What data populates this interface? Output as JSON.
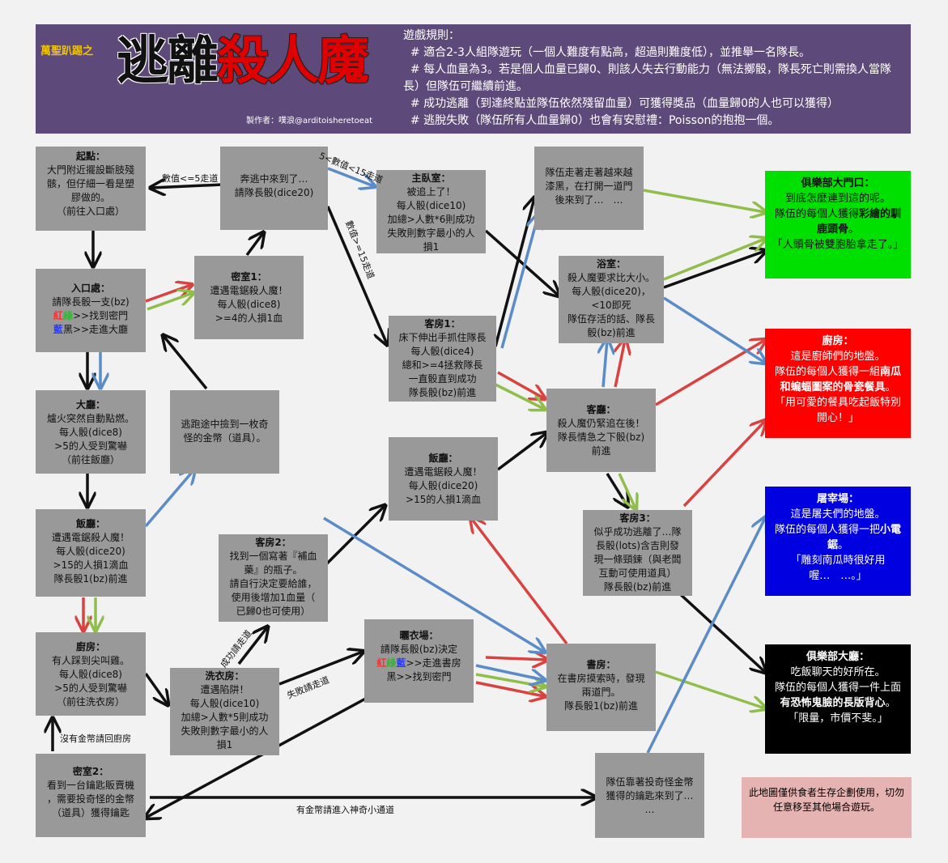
{
  "header": {
    "subtitle": "萬聖趴踢之",
    "title_black": "逃離",
    "title_red": "殺人魔",
    "author": "製作者：噗浪@arditoisheretoeat",
    "rules": [
      "遊戲規則：",
      "  # 適合2-3人組隊遊玩（一個人難度有點高，超過則難度低），並推舉一名隊長。",
      "  # 每人血量為3。若是個人血量已歸0、則該人失去行動能力（無法擲骰，隊長死亡則需換人當隊長）但隊伍可繼續前進。",
      "  # 成功逃離（到達終點並隊伍依然殘留血量）可獲得獎品（血量歸0的人也可以獲得）",
      "  # 逃脫失敗（隊伍所有人血量歸0）也會有安慰禮：Poisson的抱抱一個。"
    ]
  },
  "nodes": {
    "start": {
      "title": "起點：",
      "lines": [
        "大門附近擺設斷肢殘",
        "骸，但仔細一看是塑",
        "膠做的。",
        "（前往入口處）"
      ]
    },
    "entrance": {
      "title": "入口處：",
      "lines": [
        "請隊長骰一支(bz)"
      ],
      "red": "紅",
      "green": "綠",
      "tail1": ">>找到密門",
      "blue": "藍",
      "tail2": "黑>>走進大廳"
    },
    "secret1": {
      "title": "密室1：",
      "lines": [
        "遭遇電鋸殺人魔！",
        "每人骰(dice8)",
        ">=4的人損1血"
      ]
    },
    "flee": {
      "lines": [
        "奔逃中來到了…",
        "請隊長骰(dice20)"
      ]
    },
    "hall": {
      "title": "大廳：",
      "lines": [
        "爐火突然自動點燃。",
        "每人骰(dice8)",
        ">5的人受到驚嚇",
        "（前往飯廳）"
      ]
    },
    "coin": {
      "lines": [
        "逃跑途中撿到一枚奇",
        "怪的金幣（道具）。"
      ]
    },
    "dining1": {
      "title": "飯廳：",
      "lines": [
        "遭遇電鋸殺人魔！",
        "每人骰(dice20)",
        ">15的人損1滴血",
        "隊長骰1(bz)前進"
      ]
    },
    "kitchen1": {
      "title": "廚房：",
      "lines": [
        "有人踩到尖叫雞。",
        "每人骰(dice8)",
        ">5的人受到驚嚇",
        "（前往洗衣房）"
      ]
    },
    "secret2": {
      "title": "密室2：",
      "lines": [
        "看到一台鑰匙販賣機",
        "，需要投奇怪的金幣",
        "（道具）獲得鑰匙"
      ]
    },
    "laundry": {
      "title": "洗衣房：",
      "lines": [
        "遭遇陷阱！",
        "每人骰(dice10)",
        "加總>人數*5則成功",
        "失敗則數字最小的人",
        "損1"
      ]
    },
    "guest2": {
      "title": "客房2：",
      "lines": [
        "找到一個寫著『補血",
        "藥』的瓶子。",
        "請自行決定要給誰，",
        "使用後增加1血量（",
        "已歸0也可使用）"
      ]
    },
    "dining2": {
      "title": "飯廳：",
      "lines": [
        "遭遇電鋸殺人魔！",
        "每人骰(dice20)",
        ">15的人損1滴血"
      ]
    },
    "drying": {
      "title": "曬衣場：",
      "lines": [
        "請隊長骰(bz)決定"
      ],
      "red": "紅",
      "green": "綠",
      "blue": "藍",
      "tail1": ">>走進書房",
      "tail2": "黑>>找到密門"
    },
    "master": {
      "title": "主臥室：",
      "lines": [
        "被追上了！",
        "每人骰(dice10)",
        "加總>人數*6則成功",
        "失敗則數字最小的人",
        "損1"
      ]
    },
    "guest1": {
      "title": "客房1：",
      "lines": [
        "床下伸出手抓住隊長",
        "每人骰(dice4)",
        "總和>=4拯救隊長",
        "一直骰直到成功",
        "隊長骰(bz)前進"
      ]
    },
    "darker": {
      "lines": [
        "隊伍走著走著越來越",
        "漆黑，在打開一道門",
        "後來到了…　…"
      ]
    },
    "bath": {
      "title": "浴室：",
      "lines": [
        "殺人魔要求比大小。",
        "每人骰(dice20)，",
        "<10即死",
        "隊伍存活的話、隊長",
        "骰(bz)前進"
      ]
    },
    "living": {
      "title": "客廳：",
      "lines": [
        "殺人魔仍緊追在後！",
        "隊長情急之下骰(bz)",
        "前進"
      ]
    },
    "guest3": {
      "title": "客房3：",
      "lines": [
        "似乎成功逃離了…隊",
        "長骰(lots)含吉則發",
        "現一條頸鍊（與老闆",
        "互動可使用道具）",
        "隊長骰(bz)前進"
      ]
    },
    "study": {
      "title": "書房：",
      "lines": [
        "在書房摸索時，發現",
        "兩道門。",
        "隊長骰1(bz)前進"
      ]
    },
    "key": {
      "lines": [
        "隊伍靠著投奇怪金幣",
        "獲得的鑰匙來到了…",
        "…"
      ]
    }
  },
  "destinations": {
    "gate": {
      "title": "俱樂部大門口：",
      "l1": "到底怎麼連到這的呢。",
      "l2": "隊伍的每個人獲得",
      "bold": "彩繪的馴鹿頭骨",
      "l3": "。",
      "quote": "「人頭骨被雙胞胎拿走了。」"
    },
    "kitchen": {
      "title": "廚房：",
      "l1": "這是廚師們的地盤。",
      "l2": "隊伍的每個人獲得一組",
      "bold": "南瓜和蝙蝠圖案的骨瓷餐具",
      "l3": "。",
      "quote": "「用可愛的餐具吃起飯特別開心！」"
    },
    "slaughter": {
      "title": "屠宰場：",
      "l1": "這是屠夫們的地盤。",
      "l2": "隊伍的每個人獲得一把",
      "bold": "小電鋸",
      "l3": "。",
      "quote": "「雕刻南瓜時很好用喔…　…。」"
    },
    "lobby": {
      "title": "俱樂部大廳：",
      "l1": "吃飯聊天的好所在。",
      "l2": "隊伍的每個人獲得一件上面 ",
      "bold": "有恐怖鬼臉的長版背心",
      "l3": "。",
      "quote": "「限量，市價不斐。」"
    }
  },
  "edge_labels": {
    "le5": "數值<=5走道",
    "mid": "5<數值<15走道",
    "ge15": "數值>=15走道",
    "success": "成功請走道",
    "fail": "失敗請走道",
    "nocoin": "沒有金幣請回廚房",
    "hascoin": "有金幣請進入神奇小通道"
  },
  "note": "此地圖僅供食者生存企劃使用，切勿任意移至其他場合遊玩。",
  "colors": {
    "box": "#999999",
    "header": "#5e4a7a",
    "red": "#d9433f",
    "green": "#8fbf4a",
    "blue": "#5a8cc8",
    "black": "#111111",
    "gate": "#00e000",
    "kitchen": "#ff0000",
    "slaughter": "#0000e0",
    "lobby": "#000000",
    "note": "#e6b3b3"
  }
}
